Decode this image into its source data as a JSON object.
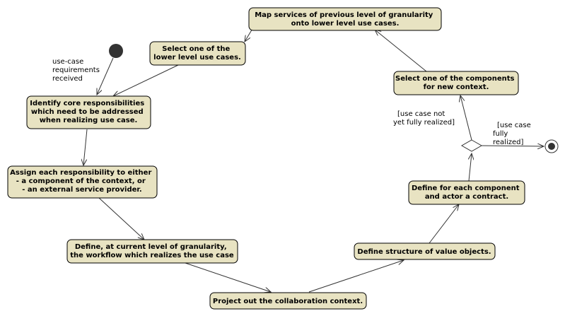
{
  "activities": {
    "map_services": [
      "Map services of previous level of granularity",
      "onto lower level use cases."
    ],
    "select_lower_use_case": [
      "Select one of the",
      "lower level use cases."
    ],
    "identify_core": [
      "Identify core responsibilities",
      "which need to be addressed",
      "when realizing use case."
    ],
    "assign_responsibility": [
      "Assign each responsibility to either",
      "- a component of the context, or",
      "- an external service provider."
    ],
    "define_workflow": [
      "Define, at current level of granularity,",
      "the workflow which realizes the use case"
    ],
    "project_out": [
      "Project out the collaboration context."
    ],
    "define_value_objects": [
      "Define structure of value objects."
    ],
    "define_contract": [
      "Define for each component",
      "and actor a contract."
    ],
    "select_component": [
      "Select one of the components",
      "for new context."
    ]
  },
  "guards": {
    "requirements_received": [
      "use-case",
      "requirements",
      "received"
    ],
    "not_fully_realized": [
      "[use case not",
      "yet fully realized]"
    ],
    "fully_realized": [
      "[use case",
      "fully",
      "realized]"
    ]
  },
  "colors": {
    "activity_fill": "#e8e3c2",
    "border": "#000000",
    "edge": "#333333",
    "initial_node": "#333333"
  }
}
